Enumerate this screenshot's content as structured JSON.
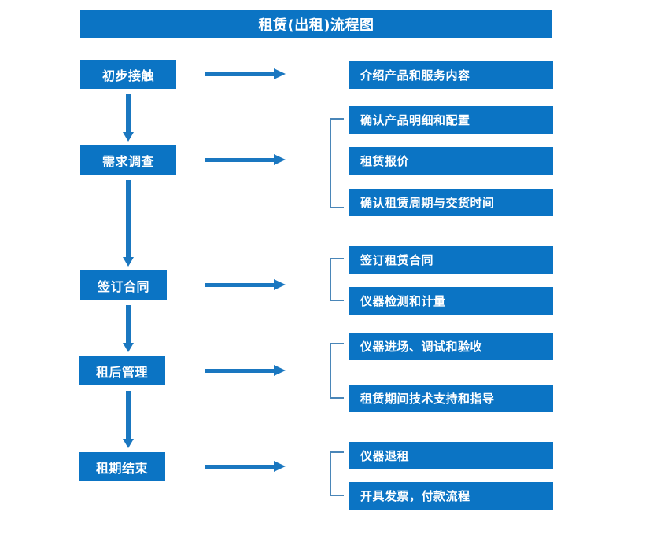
{
  "diagram": {
    "title": "租赁(出租)流程图",
    "colors": {
      "box_blue": "#0b74c4",
      "arrow_blue": "#1a77c0",
      "bracket_blue": "#4a86b8",
      "text_white": "#ffffff",
      "background": "#ffffff"
    },
    "stages": [
      {
        "label": "初步接触"
      },
      {
        "label": "需求调查"
      },
      {
        "label": "签订合同"
      },
      {
        "label": "租后管理"
      },
      {
        "label": "租期结束"
      }
    ],
    "details": [
      {
        "label": "介绍产品和服务内容"
      },
      {
        "label": "确认产品明细和配置"
      },
      {
        "label": "租赁报价"
      },
      {
        "label": "确认租赁周期与交货时间"
      },
      {
        "label": "签订租赁合同"
      },
      {
        "label": "仪器检测和计量"
      },
      {
        "label": "仪器进场、调试和验收"
      },
      {
        "label": "租赁期间技术支持和指导"
      },
      {
        "label": "仪器退租"
      },
      {
        "label": "开具发票，付款流程"
      }
    ]
  }
}
